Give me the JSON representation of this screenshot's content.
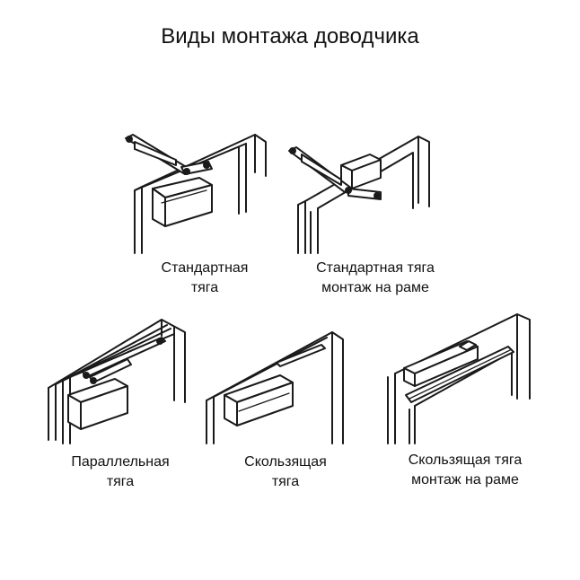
{
  "title": "Виды монтажа доводчика",
  "items": [
    {
      "line1": "Стандартная",
      "line2": "тяга"
    },
    {
      "line1": "Стандартная тяга",
      "line2": "монтаж на раме"
    },
    {
      "line1": "Параллельная",
      "line2": "тяга"
    },
    {
      "line1": "Скользящая",
      "line2": "тяга"
    },
    {
      "line1": "Скользящая тяга",
      "line2": "монтаж на раме"
    }
  ]
}
